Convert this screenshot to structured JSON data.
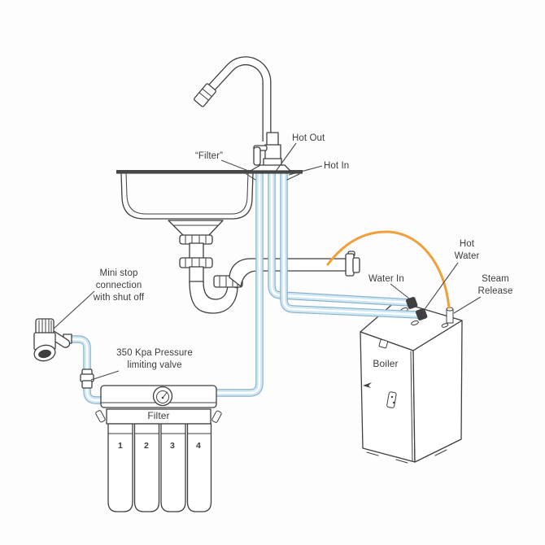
{
  "diagram": {
    "labels": {
      "tap_filter": "“Filter”",
      "hot_out": "Hot Out",
      "hot_in": "Hot In",
      "mini_stop": {
        "l1": "Mini stop",
        "l2": "connection",
        "l3": "with shut off"
      },
      "pressure_valve": {
        "l1": "350 Kpa Pressure",
        "l2": "limiting valve"
      },
      "water_in": "Water In",
      "hot_water": {
        "l1": "Hot",
        "l2": "Water"
      },
      "steam_release": {
        "l1": "Steam",
        "l2": "Release"
      },
      "boiler": "Boiler",
      "filter_unit": "Filter",
      "cartridge_1": "1",
      "cartridge_2": "2",
      "cartridge_3": "3",
      "cartridge_4": "4"
    },
    "colors": {
      "outline": "#3f3f3f",
      "text": "#3c3c3c",
      "tube_blue": "#cde7f4",
      "tube_edge": "#88afc4",
      "tube_highlight": "#ffffff",
      "steam_orange": "#f0a03a",
      "counter": "#474747"
    }
  }
}
